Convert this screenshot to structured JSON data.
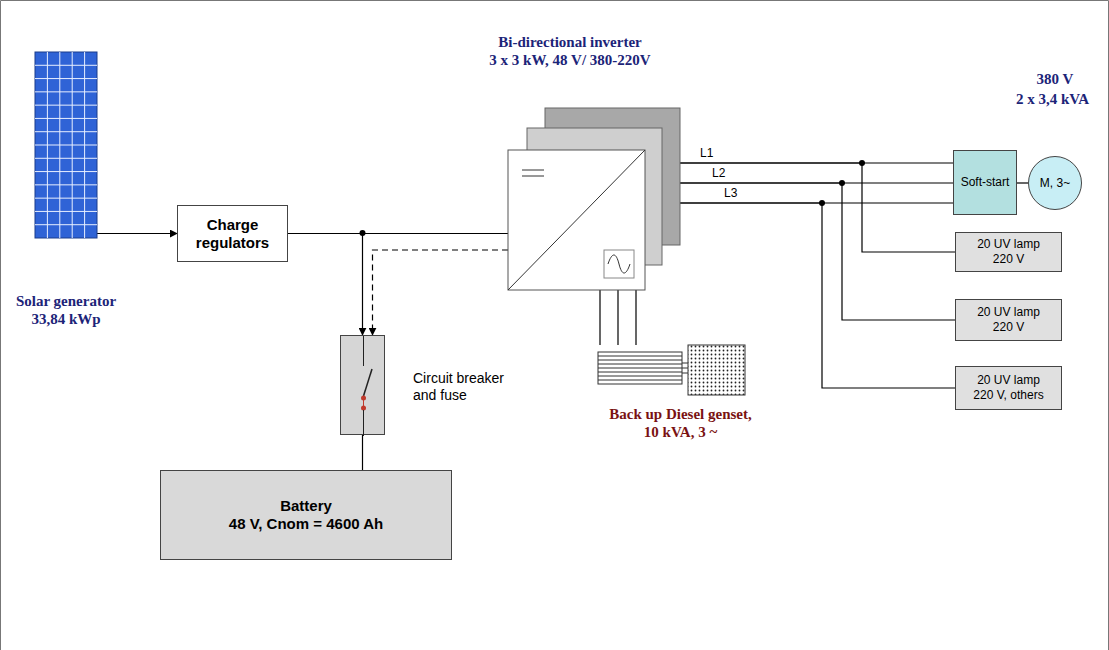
{
  "diagram": {
    "nodes": [
      {
        "text": [
          "Solar generator",
          "33,84 kWp"
        ]
      },
      {
        "text": [
          "Charge regulators"
        ]
      },
      {
        "text": [
          "Bi-directional inverter",
          "3 x 3 kW, 48 V/ 380-220V"
        ]
      },
      {
        "text": [
          "Circuit breaker and fuse"
        ]
      },
      {
        "text": [
          "Battery",
          "48 V, Cnom = 4600 Ah"
        ]
      },
      {
        "text": [
          "Back up Diesel genset,",
          "10 kVA, 3 ~"
        ]
      },
      {
        "text": [
          "Soft-start"
        ]
      },
      {
        "text": [
          "M, 3~"
        ]
      },
      {
        "text": [
          "20 UV lamp",
          "220 V"
        ]
      },
      {
        "text": [
          "20 UV lamp",
          "220 V"
        ]
      },
      {
        "text": [
          "20 UV lamp",
          "220 V, others"
        ]
      }
    ],
    "edges": [
      {
        "from": 0,
        "to": 1,
        "arrow": "to"
      },
      {
        "from": 1,
        "to": 2,
        "arrow": "none"
      },
      {
        "from": 1,
        "to": 3,
        "arrow": "to"
      },
      {
        "from": 2,
        "to": 3,
        "arrow": "to"
      },
      {
        "from": 3,
        "to": 4,
        "arrow": "none"
      },
      {
        "from": 2,
        "to": 6,
        "arrow": "none"
      },
      {
        "from": 2,
        "to": 6,
        "arrow": "none"
      },
      {
        "from": 2,
        "to": 6,
        "arrow": "none"
      },
      {
        "from": 2,
        "to": 8,
        "arrow": "none"
      },
      {
        "from": 2,
        "to": 9,
        "arrow": "none"
      },
      {
        "from": 2,
        "to": 10,
        "arrow": "none"
      },
      {
        "from": 6,
        "to": 7,
        "arrow": "none"
      },
      {
        "from": 2,
        "to": 5,
        "arrow": "none"
      },
      {
        "from": 2,
        "to": 5,
        "arrow": "none"
      },
      {
        "from": 2,
        "to": 5,
        "arrow": "none"
      }
    ],
    "labels": [
      "L1",
      "L2",
      "L3",
      "380 V",
      "2 x 3,4 kVA"
    ]
  }
}
